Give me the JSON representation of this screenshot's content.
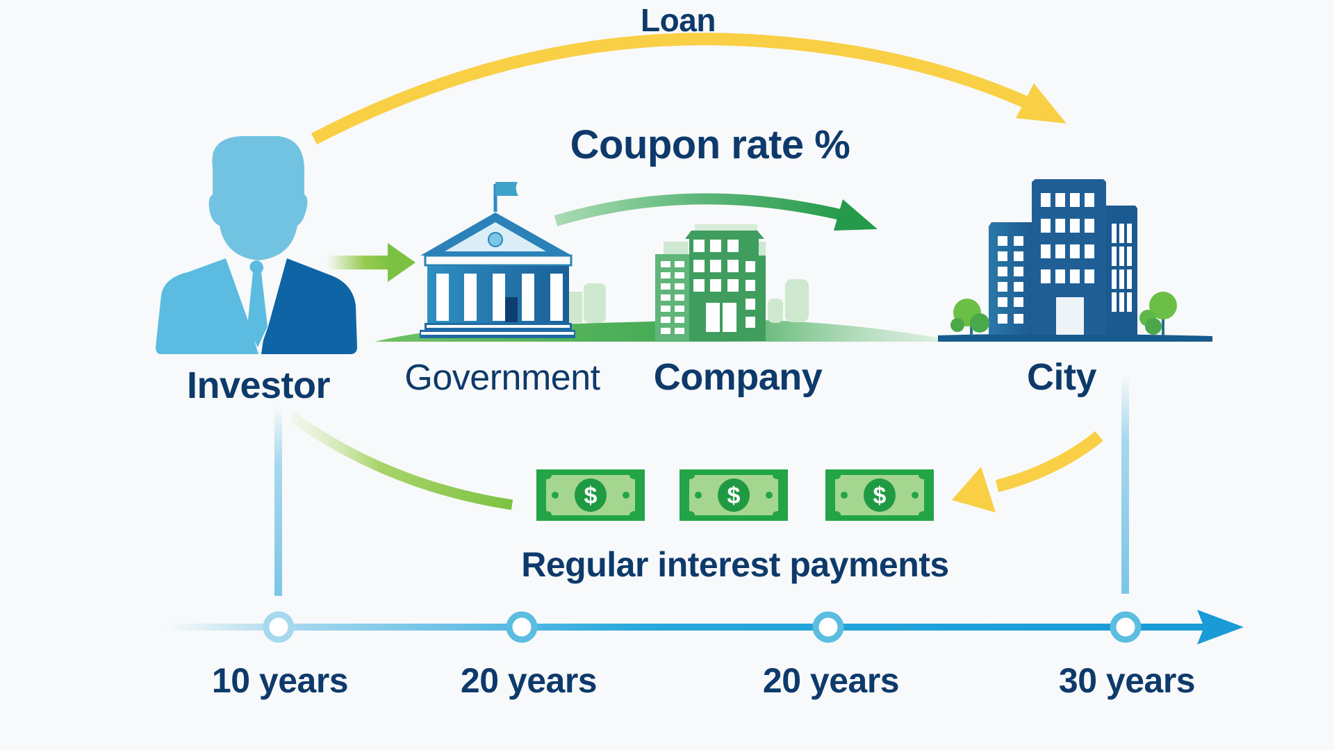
{
  "diagram": {
    "title_flow": {
      "loan_label": "Loan",
      "coupon_label": "Coupon rate %",
      "payments_label": "Regular interest payments"
    },
    "entities": [
      {
        "id": "investor",
        "label": "Investor",
        "icon": "person-icon"
      },
      {
        "id": "government",
        "label": "Government",
        "icon": "government-building-icon"
      },
      {
        "id": "company",
        "label": "Company",
        "icon": "office-building-icon"
      },
      {
        "id": "city",
        "label": "City",
        "icon": "city-buildings-icon"
      }
    ],
    "payments": [
      {
        "icon": "dollar-bill-icon",
        "symbol": "$"
      },
      {
        "icon": "dollar-bill-icon",
        "symbol": "$"
      },
      {
        "icon": "dollar-bill-icon",
        "symbol": "$"
      }
    ],
    "timeline": {
      "markers": [
        {
          "label": "10 years"
        },
        {
          "label": "20 years"
        },
        {
          "label": "20 years"
        },
        {
          "label": "30 years"
        }
      ]
    },
    "colors": {
      "text": "#0d3a6b",
      "loan_arrow": "#f9cf45",
      "green_arrow": "#2e9d50",
      "light_green": "#8cc63f",
      "timeline": "#1a9ad6",
      "bill_green": "#22a447",
      "bill_inner": "#a5d68f",
      "city_blue": "#1f5f96",
      "person_light": "#6cc3e3",
      "person_dark": "#0e64a4"
    }
  }
}
